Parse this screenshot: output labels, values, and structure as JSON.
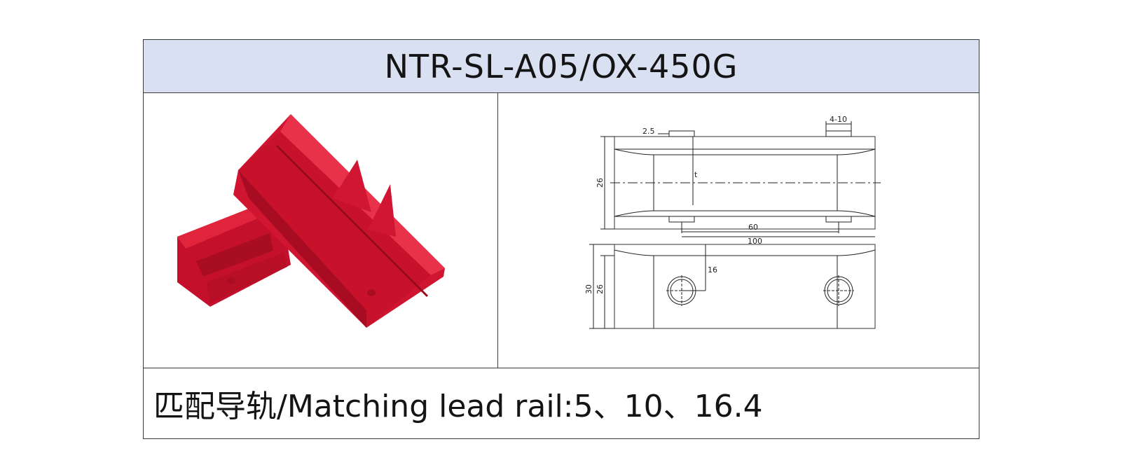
{
  "header": {
    "title": "NTR-SL-A05/OX-450G"
  },
  "product_image": {
    "icon": "red-slider-part-icon",
    "color": "#d4122a"
  },
  "drawing": {
    "icon": "technical-drawing-icon",
    "dimensions": {
      "d_4_10": "4-10",
      "d_2_5": "2.5",
      "d_26_top": "26",
      "d_t": "t",
      "d_60": "60",
      "d_100": "100",
      "d_16": "16",
      "d_30": "30",
      "d_26_bottom": "26"
    }
  },
  "footer": {
    "text": "匹配导轨/Matching lead rail:5、10、16.4"
  }
}
